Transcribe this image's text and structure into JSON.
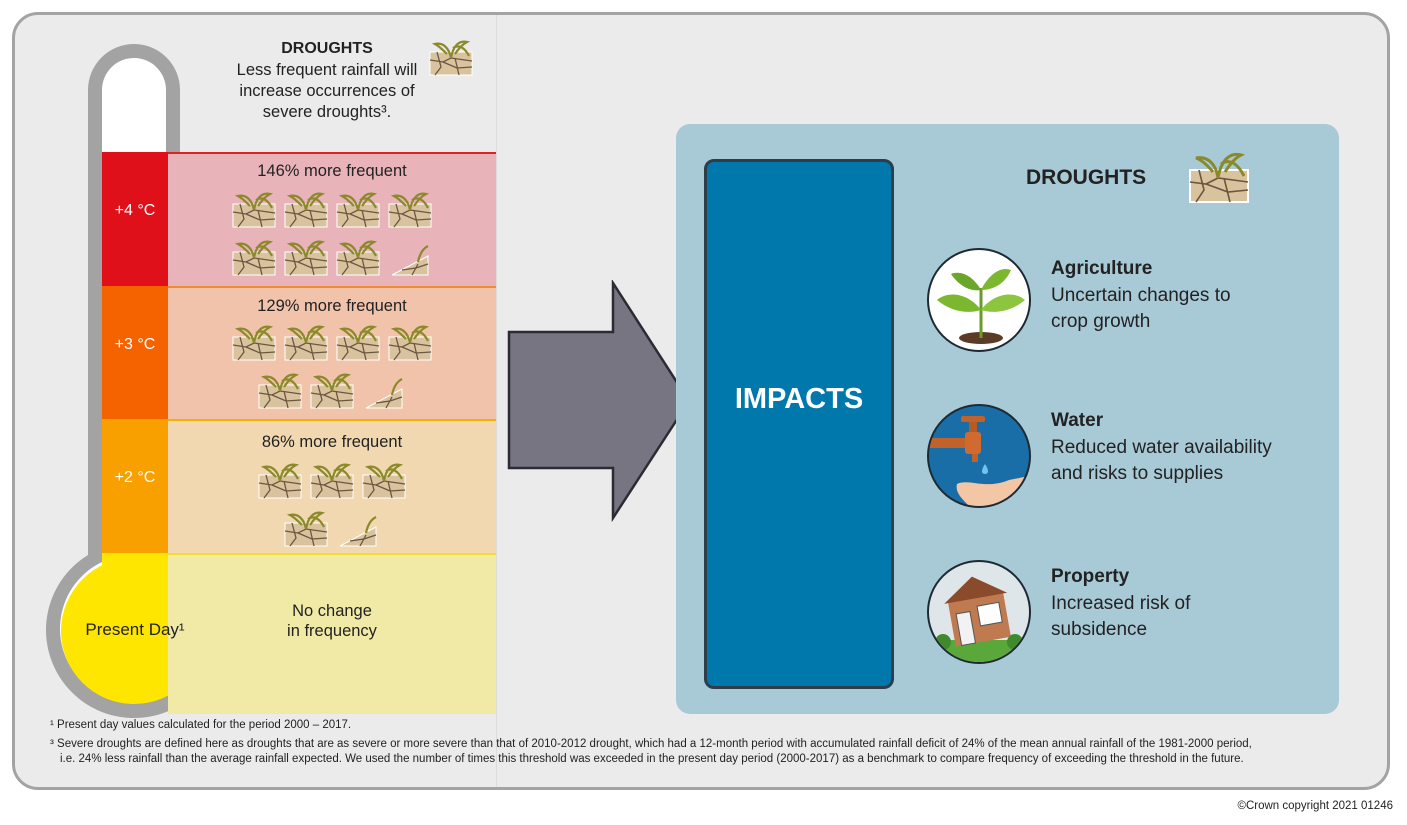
{
  "header": {
    "title": "DROUGHTS",
    "description_lines": [
      "Less frequent rainfall will",
      "increase occurrences of",
      "severe droughts³."
    ]
  },
  "bands": [
    {
      "temperature": "+4 °C",
      "frequency_text": "146% more frequent",
      "percent_increase": 146,
      "color": "#e0101b",
      "bg": "#e9b4b9",
      "border": "#dd2222"
    },
    {
      "temperature": "+3 °C",
      "frequency_text": "129% more frequent",
      "percent_increase": 129,
      "color": "#f46300",
      "bg": "#f1c3ab",
      "border": "#f08a30"
    },
    {
      "temperature": "+2 °C",
      "frequency_text": "86% more frequent",
      "percent_increase": 86,
      "color": "#f8a000",
      "bg": "#f1d8b0",
      "border": "#f5b000"
    },
    {
      "temperature": "Present Day¹",
      "frequency_lines": [
        "No change",
        "in frequency"
      ],
      "color": "#ffe600",
      "bg": "#f1eaa6",
      "border": "#f3dd2a"
    }
  ],
  "arrow": {
    "color": "#787583"
  },
  "impacts": {
    "label": "IMPACTS",
    "section_title": "DROUGHTS",
    "items": [
      {
        "title": "Agriculture",
        "desc_lines": [
          "Uncertain changes to",
          "crop growth"
        ],
        "icon": "plant-icon"
      },
      {
        "title": "Water",
        "desc_lines": [
          "Reduced water availability",
          "and risks to supplies"
        ],
        "icon": "tap-icon"
      },
      {
        "title": "Property",
        "desc_lines": [
          "Increased risk of",
          "subsidence"
        ],
        "icon": "house-icon"
      }
    ]
  },
  "footnotes": [
    "¹ Present day values calculated for the period 2000 – 2017.",
    "³ Severe droughts are defined here as droughts that are as severe or more severe than that of 2010-2012 drought, which had a 12-month period with accumulated rainfall deficit of 24% of the mean annual rainfall of the 1981-2000 period,",
    "i.e. 24% less rainfall than the average rainfall expected. We used the number of times this threshold was exceeded in the present day period (2000-2017) as a benchmark to compare frequency of exceeding the threshold in the future."
  ],
  "copyright": "©Crown copyright 2021  01246"
}
